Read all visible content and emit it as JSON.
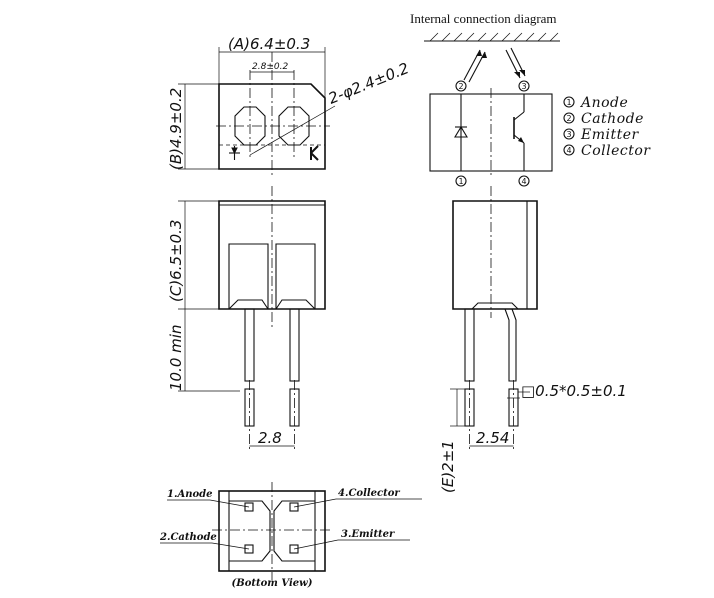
{
  "diagram_title": "Internal connection diagram",
  "dimensions": {
    "A": "(A)6.4±0.3",
    "pitch_top": "2.8±0.2",
    "holes": "2-φ2.4±0.2",
    "B": "(B)4.9±0.2",
    "C": "(C)6.5±0.3",
    "lead_len": "10.0 min",
    "pitch_front": "2.8",
    "lead_sq": "□0.5*0.5±0.1",
    "pitch_side": "2.54",
    "E": "(E)2±1"
  },
  "legend": [
    {
      "num": "1",
      "label": "Anode"
    },
    {
      "num": "2",
      "label": "Cathode"
    },
    {
      "num": "3",
      "label": "Emitter"
    },
    {
      "num": "4",
      "label": "Collector"
    }
  ],
  "schematic_pins": {
    "top_left": "2",
    "top_right": "3",
    "bottom_left": "1",
    "bottom_right": "4"
  },
  "bottom_view": {
    "anode": "1.Anode",
    "cathode": "2.Cathode",
    "collector": "4.Collector",
    "emitter": "3.Emitter",
    "caption": "(Bottom View)"
  }
}
